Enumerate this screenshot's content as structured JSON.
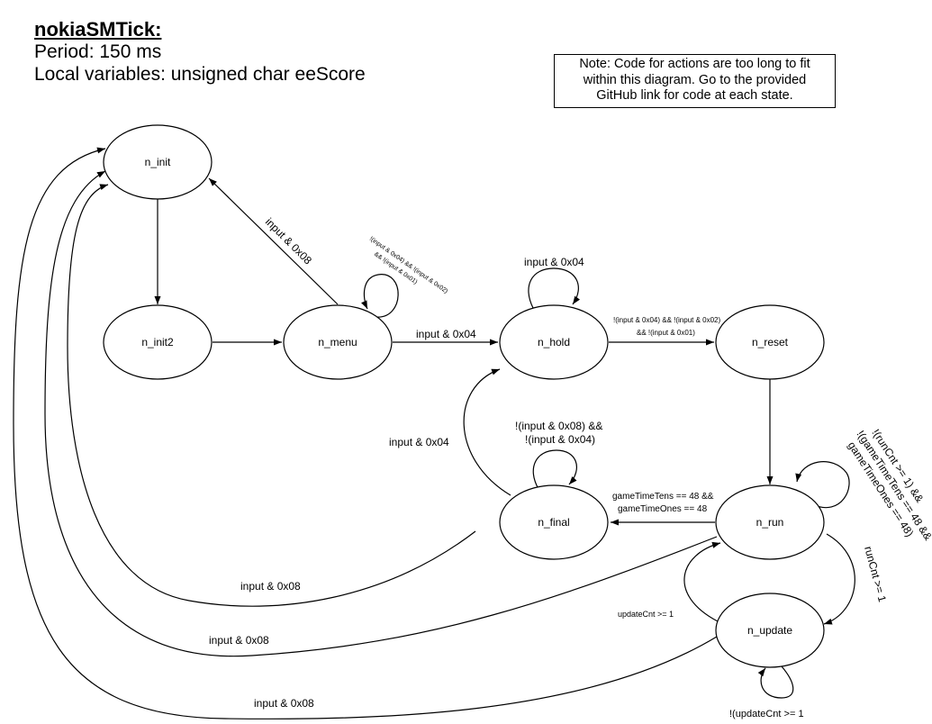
{
  "header": {
    "title": "nokiaSMTick:",
    "period": "Period: 150 ms",
    "locals": "Local variables: unsigned char eeScore"
  },
  "note": {
    "line1": "Note: Code for actions are too long to fit",
    "line2": "within this diagram. Go to the provided",
    "line3": "GitHub link for code at each state."
  },
  "states": {
    "n_init": "n_init",
    "n_init2": "n_init2",
    "n_menu": "n_menu",
    "n_hold": "n_hold",
    "n_reset": "n_reset",
    "n_final": "n_final",
    "n_run": "n_run",
    "n_update": "n_update"
  },
  "transitions": {
    "menu_to_init": "input & 0x08",
    "menu_self_1": "!(input & 0x04) && !(input & 0x02)",
    "menu_self_2": "&& !(input & 0x01)",
    "menu_to_hold": "input & 0x04",
    "hold_self": "input & 0x04",
    "hold_to_reset_1": "!(input & 0x04) && !(input & 0x02)",
    "hold_to_reset_2": "&& !(input & 0x01)",
    "final_to_hold": "input & 0x04",
    "final_self_1": "!(input & 0x08) &&",
    "final_self_2": "!(input & 0x04)",
    "run_to_final_1": "gameTimeTens == 48 &&",
    "run_to_final_2": "gameTimeOnes == 48",
    "run_self_1": "!(runCnt >= 1) &&",
    "run_self_2": "!(gameTimeTens == 48 &&",
    "run_self_3": "gameTimeOnes == 48)",
    "run_to_update": "runCnt >= 1",
    "update_to_run": "updateCnt >= 1",
    "update_self": "!(updateCnt >= 1",
    "final_to_init": "input & 0x08",
    "run_to_init": "input & 0x08",
    "update_to_init": "input & 0x08"
  }
}
